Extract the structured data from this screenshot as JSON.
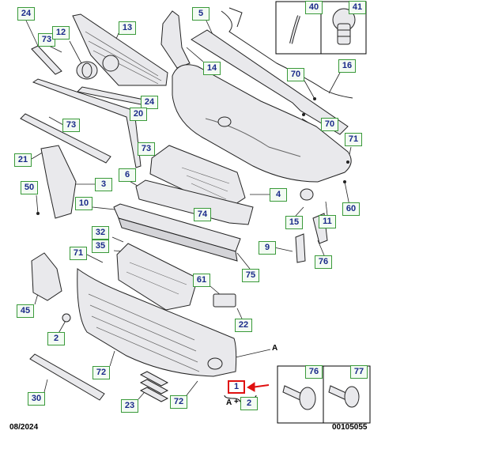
{
  "callouts": [
    {
      "id": "c24a",
      "label": "24"
    },
    {
      "id": "c73a",
      "label": "73"
    },
    {
      "id": "c12",
      "label": "12"
    },
    {
      "id": "c13",
      "label": "13"
    },
    {
      "id": "c5",
      "label": "5"
    },
    {
      "id": "c14",
      "label": "14"
    },
    {
      "id": "c70a",
      "label": "70"
    },
    {
      "id": "c16",
      "label": "16"
    },
    {
      "id": "c24b",
      "label": "24"
    },
    {
      "id": "c20",
      "label": "20"
    },
    {
      "id": "c73b",
      "label": "73"
    },
    {
      "id": "c70b",
      "label": "70"
    },
    {
      "id": "c73c",
      "label": "73"
    },
    {
      "id": "c71a",
      "label": "71"
    },
    {
      "id": "c21",
      "label": "21"
    },
    {
      "id": "c6",
      "label": "6"
    },
    {
      "id": "c3",
      "label": "3"
    },
    {
      "id": "c50",
      "label": "50"
    },
    {
      "id": "c4",
      "label": "4"
    },
    {
      "id": "c10",
      "label": "10"
    },
    {
      "id": "c74",
      "label": "74"
    },
    {
      "id": "c15",
      "label": "15"
    },
    {
      "id": "c11",
      "label": "11"
    },
    {
      "id": "c60",
      "label": "60"
    },
    {
      "id": "c32",
      "label": "32"
    },
    {
      "id": "c35",
      "label": "35"
    },
    {
      "id": "c9",
      "label": "9"
    },
    {
      "id": "c71b",
      "label": "71"
    },
    {
      "id": "c76a",
      "label": "76"
    },
    {
      "id": "c75",
      "label": "75"
    },
    {
      "id": "c61",
      "label": "61"
    },
    {
      "id": "c45",
      "label": "45"
    },
    {
      "id": "c22",
      "label": "22"
    },
    {
      "id": "c2a",
      "label": "2"
    },
    {
      "id": "c72a",
      "label": "72"
    },
    {
      "id": "c30",
      "label": "30"
    },
    {
      "id": "c23",
      "label": "23"
    },
    {
      "id": "c72b",
      "label": "72"
    },
    {
      "id": "c2b",
      "label": "2"
    },
    {
      "id": "c40",
      "label": "40"
    },
    {
      "id": "c41",
      "label": "41"
    },
    {
      "id": "c76b",
      "label": "76"
    },
    {
      "id": "c77",
      "label": "77"
    }
  ],
  "highlighted_callout": {
    "label": "1"
  },
  "annotation_a": "A",
  "formula": {
    "a": "A",
    "plus": "+"
  },
  "footer": {
    "date": "08/2024",
    "ref": "00105055"
  }
}
